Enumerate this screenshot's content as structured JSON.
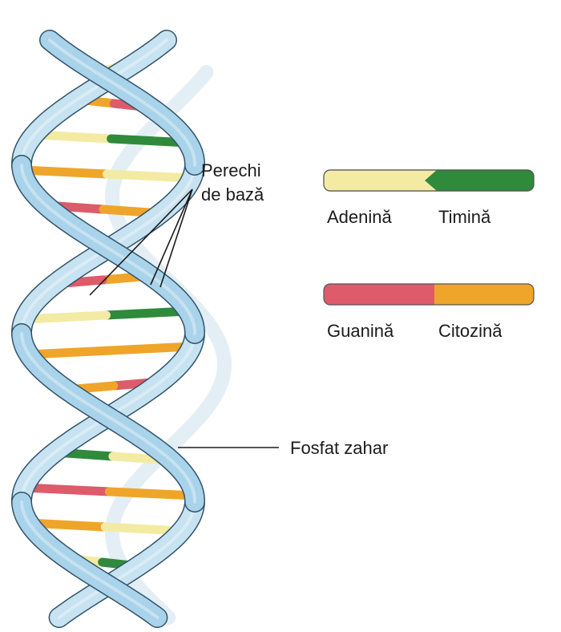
{
  "labels": {
    "base_pairs_line1": "Perechi",
    "base_pairs_line2": "de bază",
    "sugar_phosphate": "Fosfat zahar"
  },
  "legend": {
    "pair_1": {
      "left": "Adenină",
      "right": "Timină",
      "left_color": "#f3eba4",
      "right_color": "#2f8a3c"
    },
    "pair_2": {
      "left": "Guanină",
      "right": "Citozină",
      "left_color": "#dd5b6a",
      "right_color": "#efa52a"
    }
  },
  "colors": {
    "backbone": "#a9d3ea",
    "backbone_edge": "#32546a",
    "adenine": "#f3eba4",
    "thymine": "#2f8a3c",
    "guanine": "#dd5b6a",
    "cytosine": "#efa52a"
  }
}
